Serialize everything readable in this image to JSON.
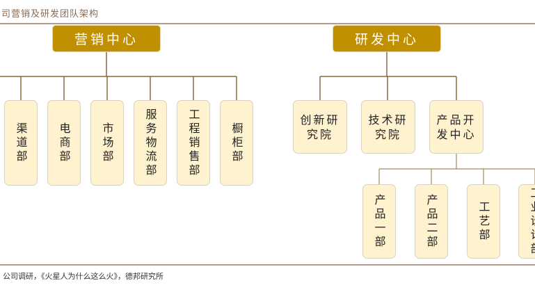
{
  "title": "司营销及研发团队架构",
  "marketing": {
    "label": "营销中心",
    "departments": [
      "渠道部",
      "电商部",
      "市场部",
      "服务物流部",
      "工程销售部",
      "橱柜部"
    ]
  },
  "rnd": {
    "label": "研发中心",
    "departments": [
      "创新研究院",
      "技术研究院",
      "产品开发中心"
    ],
    "product_dev": {
      "departments": [
        "产品一部",
        "产品二部",
        "工艺部",
        "工业设计部"
      ]
    }
  },
  "colors": {
    "center": "#c09000",
    "box": "#fff2cf",
    "line": "#8a6a3a"
  },
  "source": "公司调研，《火星人为什么这么火》，德邦研究所"
}
